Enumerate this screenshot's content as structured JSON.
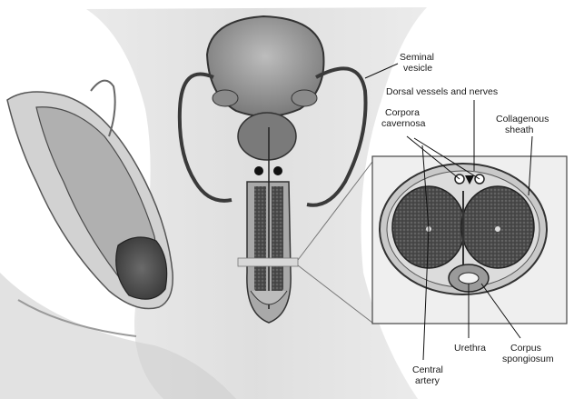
{
  "labels": {
    "seminal_vesicle_line1": "Seminal",
    "seminal_vesicle_line2": "vesicle",
    "dorsal": "Dorsal vessels and nerves",
    "corpora_line1": "Corpora",
    "corpora_line2": "cavernosa",
    "collagenous_line1": "Collagenous",
    "collagenous_line2": "sheath",
    "urethra": "Urethra",
    "central_line1": "Central",
    "central_line2": "artery",
    "spongiosum_line1": "Corpus",
    "spongiosum_line2": "spongiosum"
  }
}
